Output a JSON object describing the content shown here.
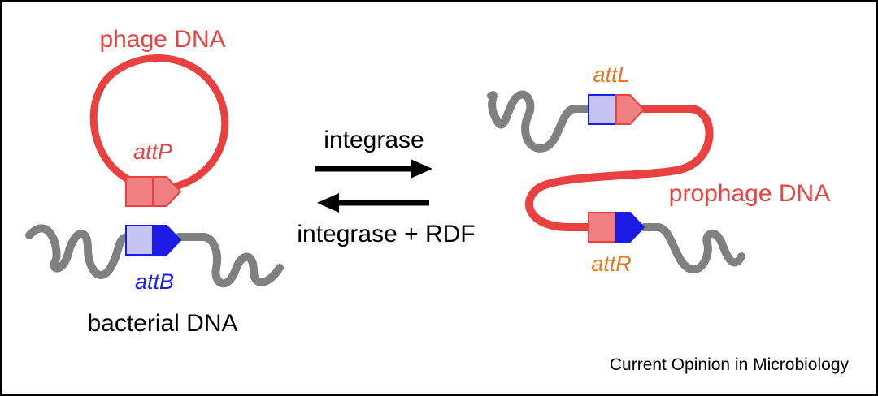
{
  "colors": {
    "phage_red": "#e8413f",
    "bacterial_gray": "#808080",
    "attP_red_fill": "#f07f82",
    "attB_blue_fill": "#c6c4f0",
    "blue_accent": "#1c1ce6",
    "orange_label": "#e07820",
    "black": "#000000"
  },
  "left_panel": {
    "phage_label": "phage DNA",
    "attP_label": "attP",
    "attB_label": "attB",
    "bacterial_label": "bacterial DNA"
  },
  "middle": {
    "forward_label": "integrase",
    "reverse_label": "integrase + RDF"
  },
  "right_panel": {
    "attL_label": "attL",
    "attR_label": "attR",
    "prophage_label": "prophage DNA"
  },
  "footer": {
    "credit": "Current Opinion in Microbiology"
  }
}
